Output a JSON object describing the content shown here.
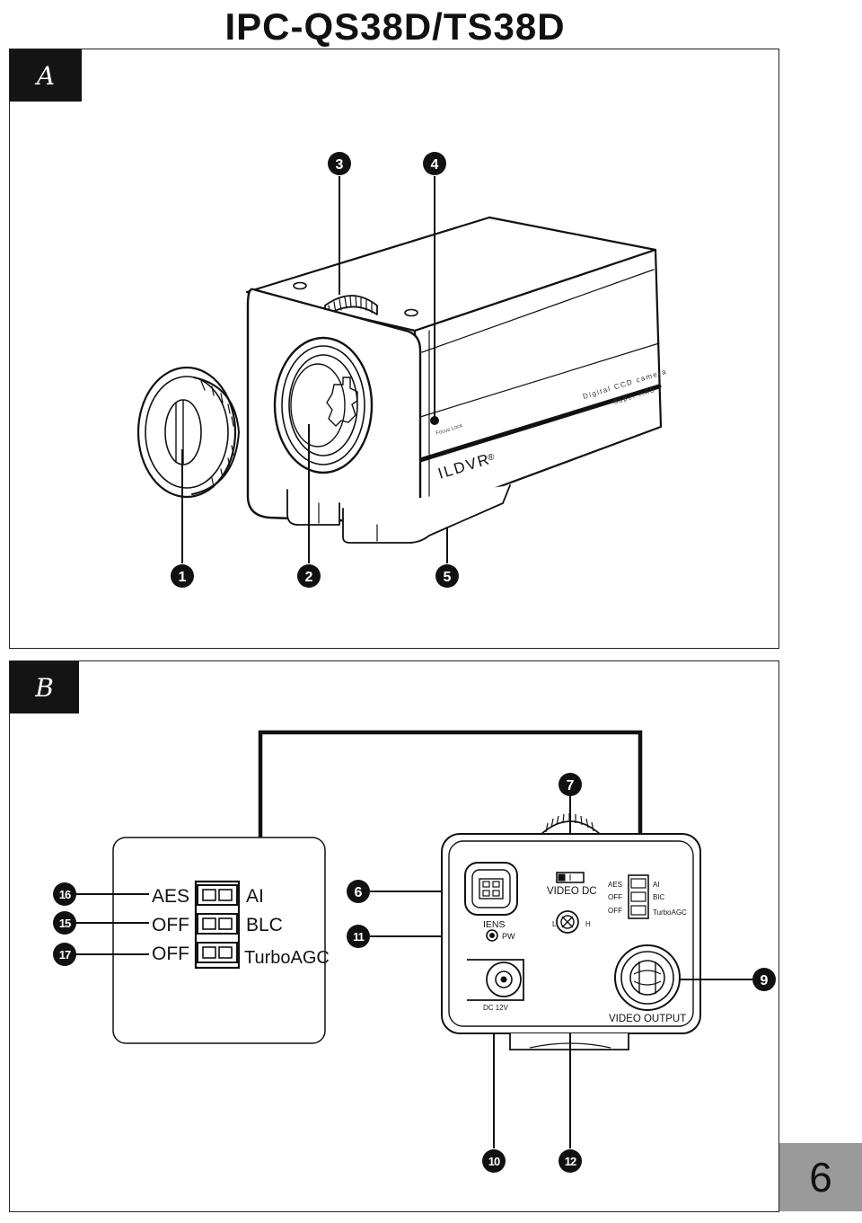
{
  "title": "IPC-QS38D/TS38D",
  "sections": [
    {
      "label": "A"
    },
    {
      "label": "B"
    }
  ],
  "page_number": "6",
  "camera": {
    "brand": "ILDVR",
    "brand_mark": "®",
    "badge_line1": "Digital CCD camera",
    "badge_line2": "Super HAD",
    "front_label": "Focus Lock"
  },
  "callouts_a": [
    "3",
    "4",
    "1",
    "2",
    "5"
  ],
  "switch_panel": {
    "left_labels": [
      "AES",
      "OFF",
      "OFF"
    ],
    "right_labels": [
      "AI",
      "BLC",
      "TurboAGC"
    ]
  },
  "rear_panel": {
    "video_dc": "VIDEO DC",
    "lens": "IENS",
    "pw": "PW",
    "level_l": "L",
    "level_h": "H",
    "dc": "DC 12V",
    "video_output": "VIDEO OUTPUT",
    "mini_left": [
      "AES",
      "OFF",
      "OFF"
    ],
    "mini_right": [
      "AI",
      "BIC",
      "TurboAGC"
    ]
  },
  "callouts_b": [
    "16",
    "15",
    "17",
    "6",
    "11",
    "7",
    "9",
    "10",
    "12"
  ],
  "colors": {
    "ink": "#111111",
    "tab": "#141414",
    "page_tab": "#9a9a9a"
  }
}
